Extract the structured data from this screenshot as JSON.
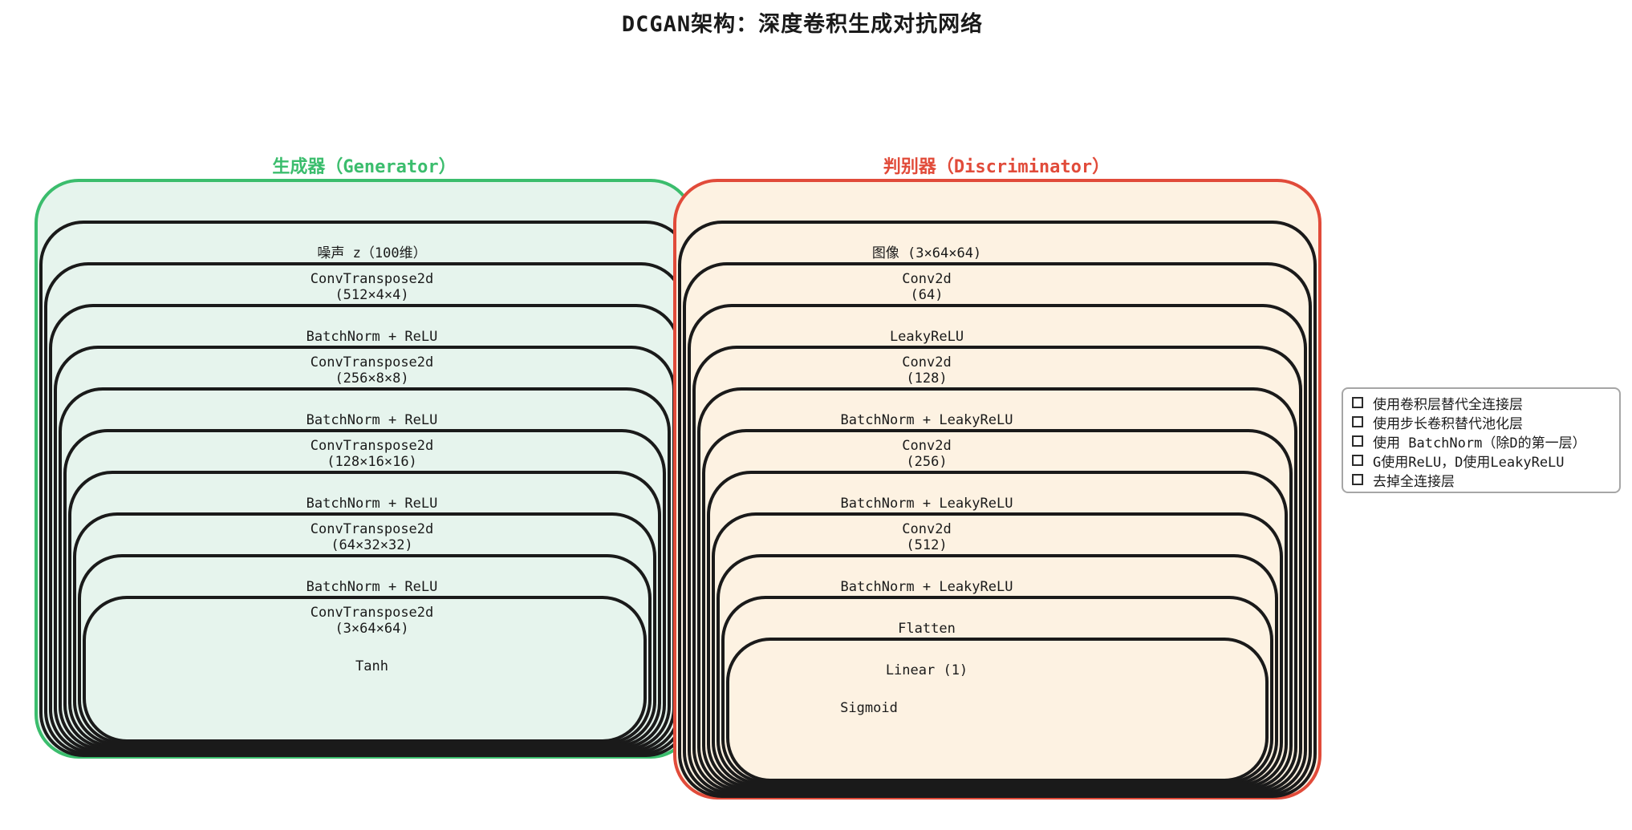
{
  "title": "DCGAN架构：深度卷积生成对抗网络",
  "colors": {
    "generator_border": "#3bbd6d",
    "generator_fill": "#e6f4ed",
    "discriminator_border": "#e14b3a",
    "discriminator_fill": "#fdf2e2",
    "text": "#1a1a1a",
    "legend_border": "#a6a6a6"
  },
  "generator": {
    "title": "生成器（Generator）",
    "layers": [
      {
        "lines": [
          "噪声 z（100维）"
        ]
      },
      {
        "lines": [
          "ConvTranspose2d",
          "(512×4×4)"
        ]
      },
      {
        "lines": [
          "BatchNorm + ReLU"
        ]
      },
      {
        "lines": [
          "ConvTranspose2d",
          "(256×8×8)"
        ]
      },
      {
        "lines": [
          "BatchNorm + ReLU"
        ]
      },
      {
        "lines": [
          "ConvTranspose2d",
          "(128×16×16)"
        ]
      },
      {
        "lines": [
          "BatchNorm + ReLU"
        ]
      },
      {
        "lines": [
          "ConvTranspose2d",
          "(64×32×32)"
        ]
      },
      {
        "lines": [
          "BatchNorm + ReLU"
        ]
      },
      {
        "lines": [
          "ConvTranspose2d",
          "(3×64×64)"
        ]
      }
    ],
    "final_activation": "Tanh"
  },
  "discriminator": {
    "title": "判别器（Discriminator）",
    "layers": [
      {
        "lines": [
          "图像 (3×64×64)"
        ]
      },
      {
        "lines": [
          "Conv2d",
          "(64)"
        ]
      },
      {
        "lines": [
          "LeakyReLU"
        ]
      },
      {
        "lines": [
          "Conv2d",
          "(128)"
        ]
      },
      {
        "lines": [
          "BatchNorm + LeakyReLU"
        ]
      },
      {
        "lines": [
          "Conv2d",
          "(256)"
        ]
      },
      {
        "lines": [
          "BatchNorm + LeakyReLU"
        ]
      },
      {
        "lines": [
          "Conv2d",
          "(512)"
        ]
      },
      {
        "lines": [
          "BatchNorm + LeakyReLU"
        ]
      },
      {
        "lines": [
          "Flatten"
        ]
      },
      {
        "lines": [
          "Linear (1)"
        ]
      }
    ],
    "final_activation": "Sigmoid"
  },
  "checklist": {
    "items": [
      {
        "label": "使用卷积层替代全连接层",
        "checked": false
      },
      {
        "label": "使用步长卷积替代池化层",
        "checked": false
      },
      {
        "label": "使用 BatchNorm（除D的第一层）",
        "checked": false
      },
      {
        "label": "G使用ReLU，D使用LeakyReLU",
        "checked": false
      },
      {
        "label": "去掉全连接层",
        "checked": false
      }
    ]
  }
}
